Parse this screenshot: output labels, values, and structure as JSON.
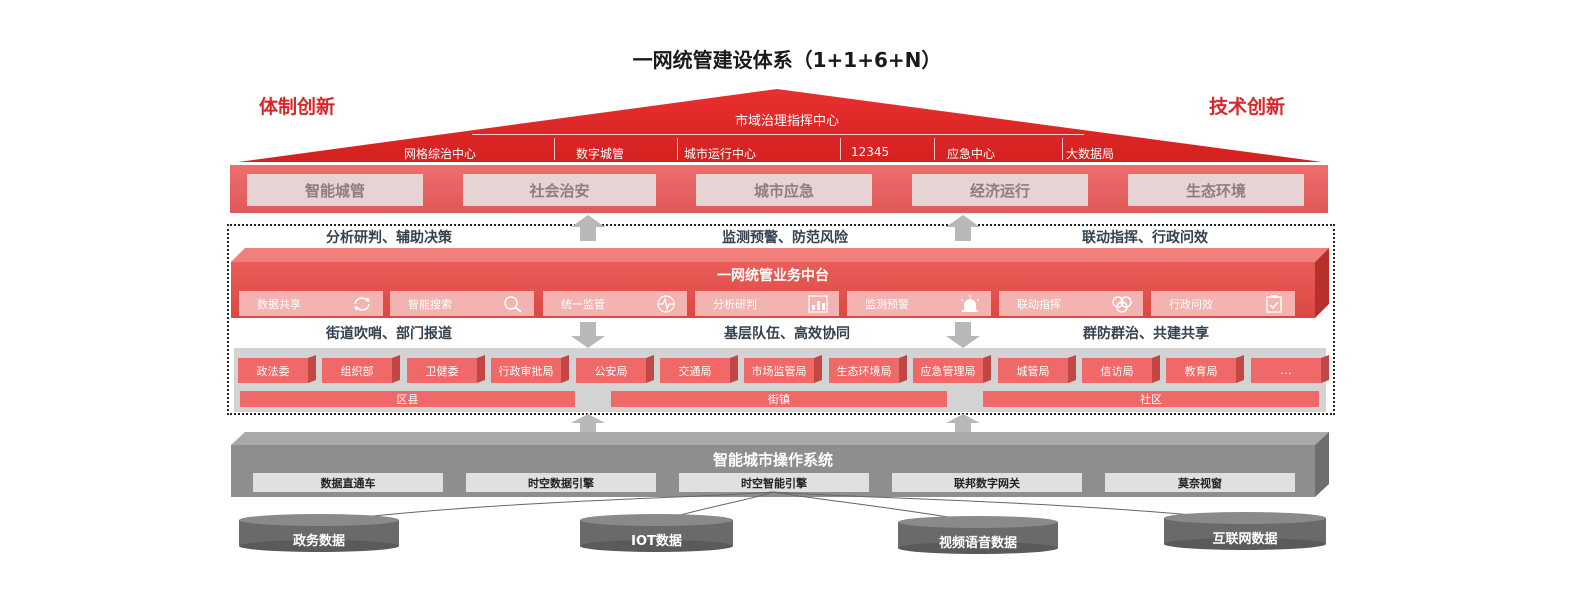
{
  "title": "一网统管建设体系（1+1+6+N）",
  "left_label": "体制创新",
  "right_label": "技术创新",
  "roof": {
    "top": "市域治理指挥中心",
    "items": [
      "网格综治中心",
      "数字城管",
      "城市运行中心",
      "12345",
      "应急中心",
      "大数据局"
    ]
  },
  "domains": [
    "智能城管",
    "社会治安",
    "城市应急",
    "经济运行",
    "生态环境"
  ],
  "captions_upper": [
    "分析研判、辅助决策",
    "监测预警、防范风险",
    "联动指挥、行政问效"
  ],
  "platform": {
    "title": "一网统管业务中台",
    "functions": [
      {
        "label": "数据共享",
        "icon": "refresh-icon"
      },
      {
        "label": "智能搜索",
        "icon": "magnifier-icon"
      },
      {
        "label": "统一监管",
        "icon": "pulse-icon"
      },
      {
        "label": "分析研判",
        "icon": "bar-chart-icon"
      },
      {
        "label": "监测预警",
        "icon": "alarm-light-icon"
      },
      {
        "label": "联动指挥",
        "icon": "linked-circles-icon"
      },
      {
        "label": "行政问效",
        "icon": "clipboard-check-icon"
      }
    ]
  },
  "captions_lower": [
    "街道吹哨、部门报道",
    "基层队伍、高效协同",
    "群防群治、共建共享"
  ],
  "departments": [
    "政法委",
    "组织部",
    "卫健委",
    "行政审批局",
    "公安局",
    "交通局",
    "市场监管局",
    "生态环境局",
    "应急管理局",
    "城管局",
    "信访局",
    "教育局",
    "…"
  ],
  "levels": [
    "区县",
    "街镇",
    "社区"
  ],
  "os": {
    "title": "智能城市操作系统",
    "engines": [
      "数据直通车",
      "时空数据引擎",
      "时空智能引擎",
      "联邦数字网关",
      "莫奈视窗"
    ]
  },
  "data_sources": [
    "政务数据",
    "IOT数据",
    "视频语音数据",
    "互联网数据"
  ],
  "colors": {
    "accent_red": "#d9262b",
    "platform_red": "#e24e4a",
    "grey": "#8e8e8e"
  }
}
